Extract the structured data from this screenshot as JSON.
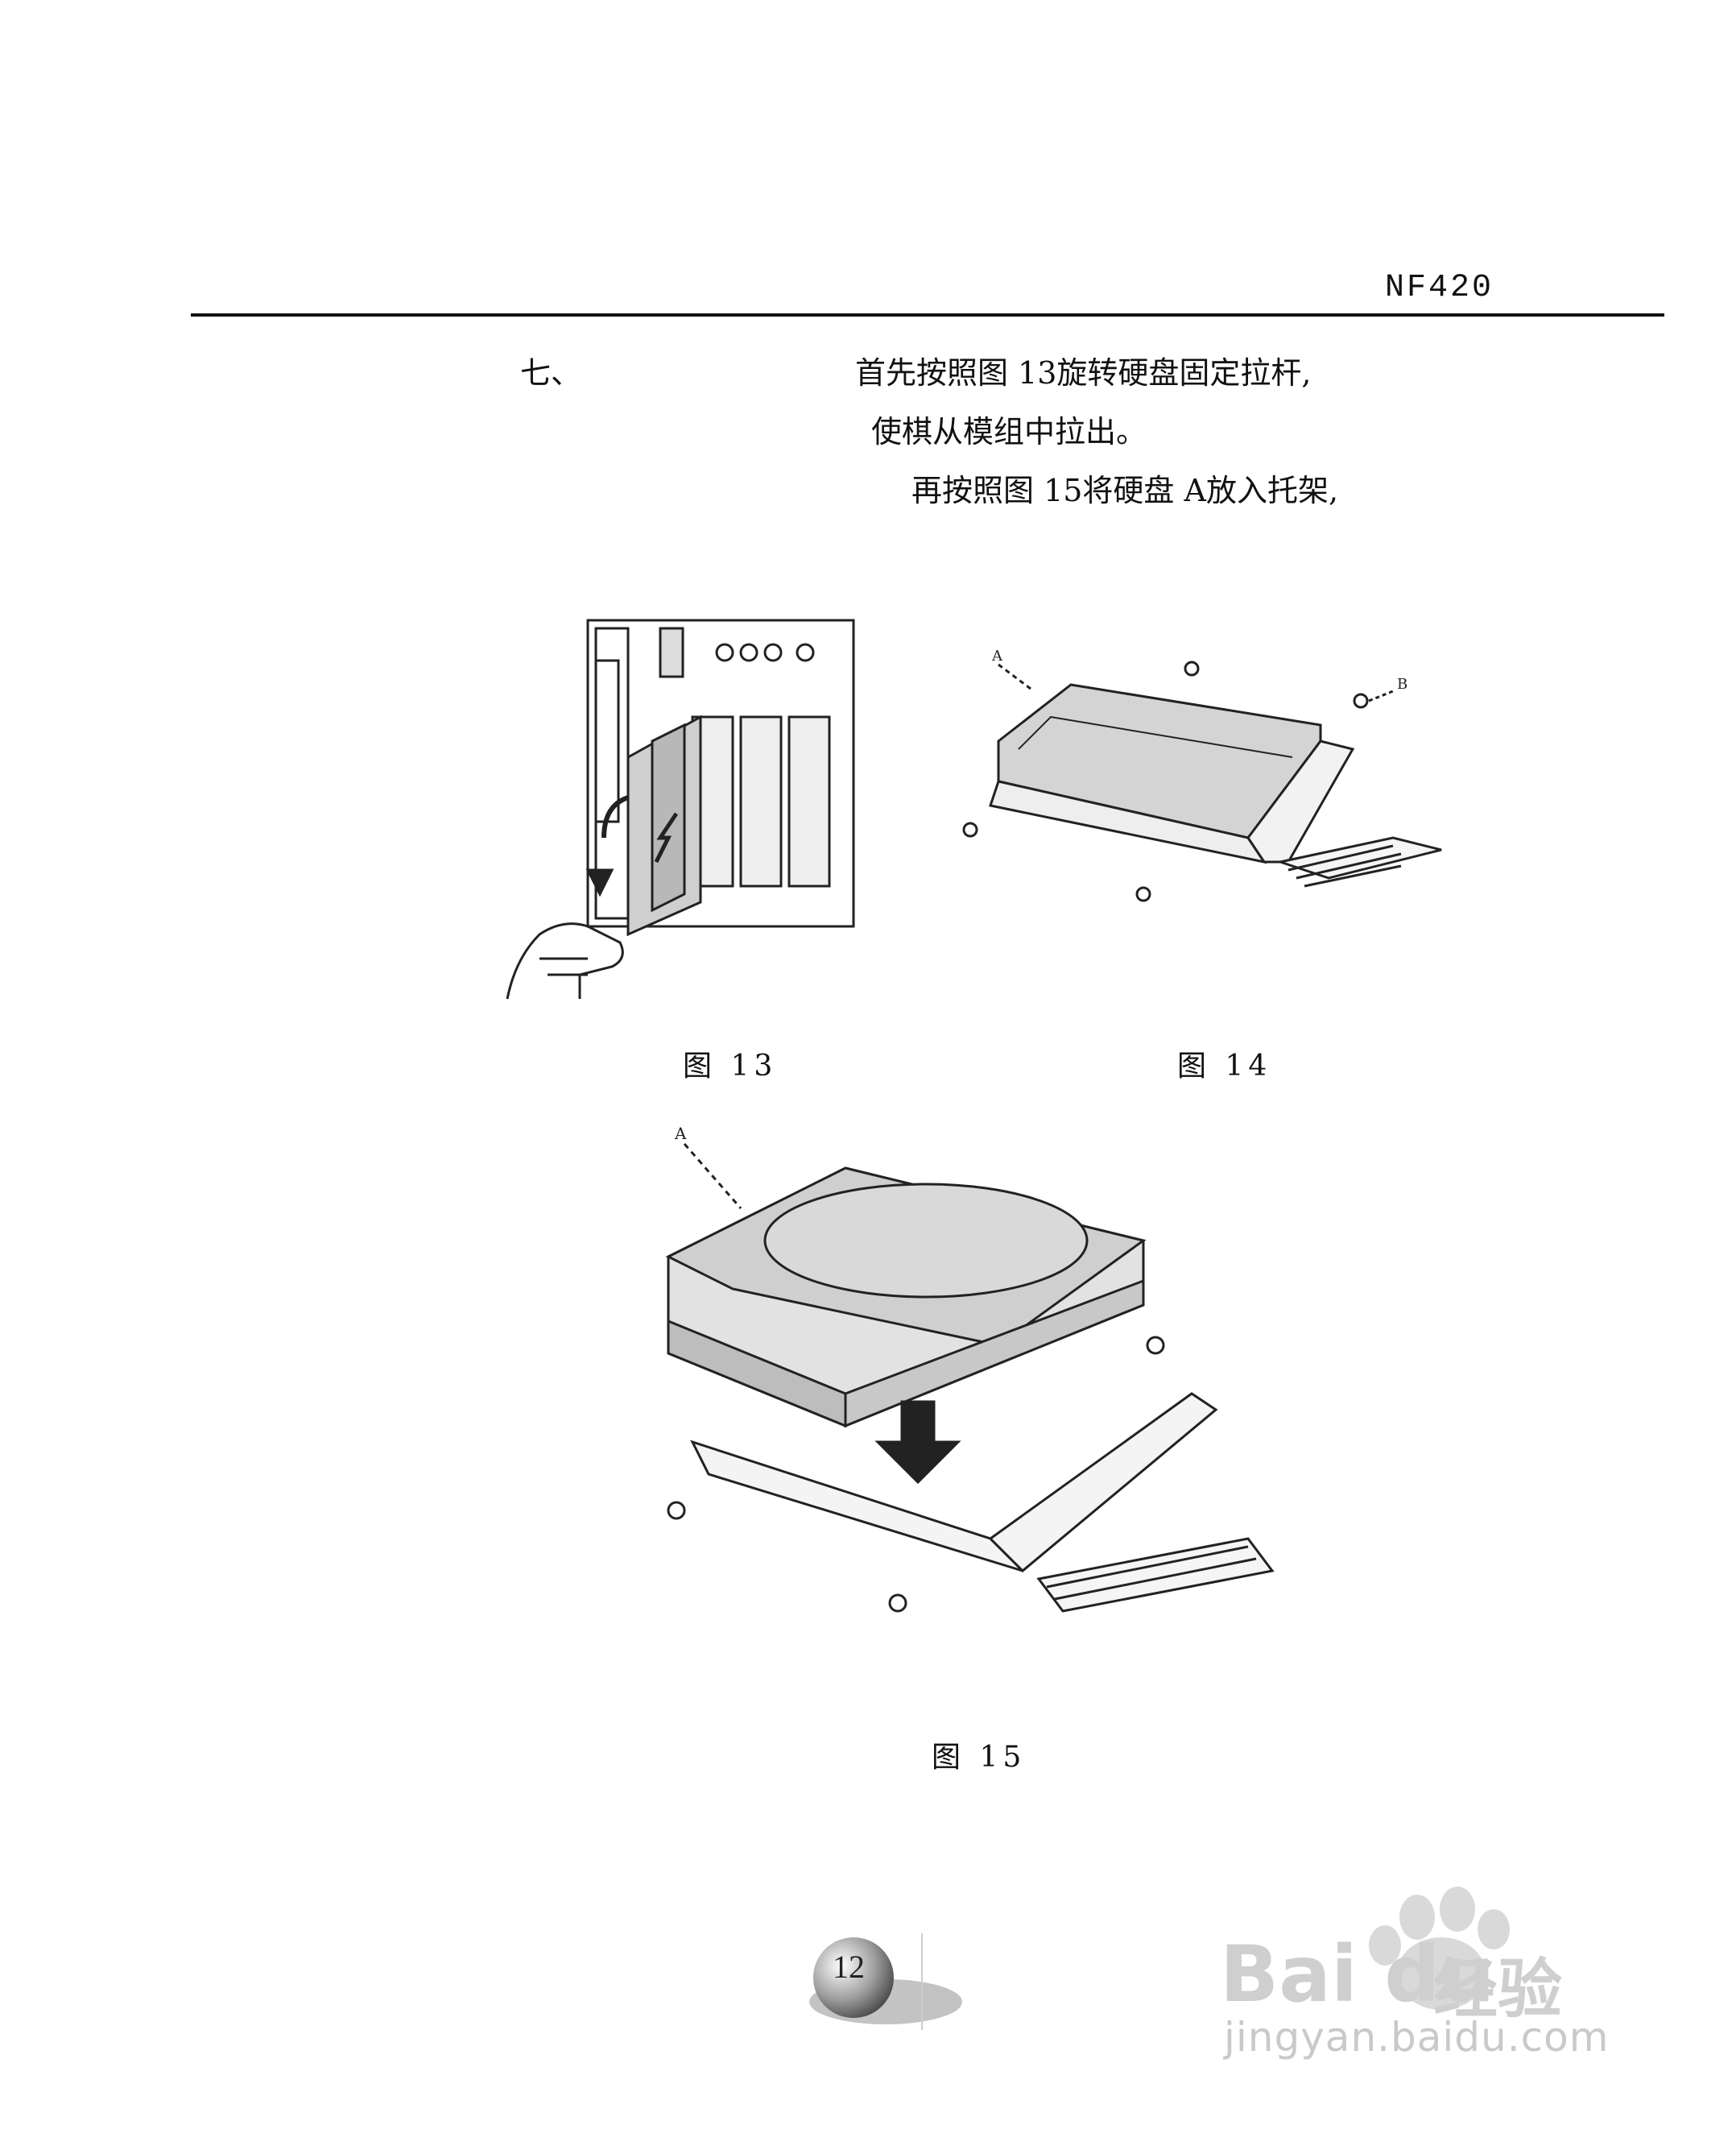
{
  "header": {
    "model": "NF420"
  },
  "section": {
    "number": "七、",
    "line1": "首先按照图 13旋转硬盘固定拉杆,",
    "line2": "使棋从模组中拉出。",
    "line3": "再按照图 15将硬盘 A放入托架,"
  },
  "figures": {
    "fig13_caption": "图 13",
    "fig14_caption": "图 14",
    "fig15_caption": "图 15",
    "fig14_label_a": "A",
    "fig14_label_b": "B",
    "fig15_label_a": "A"
  },
  "footer": {
    "page_number": "12"
  },
  "watermark": {
    "brand": "Bai du",
    "brand_cn": "经验",
    "url": "jingyan.baidu.com"
  }
}
